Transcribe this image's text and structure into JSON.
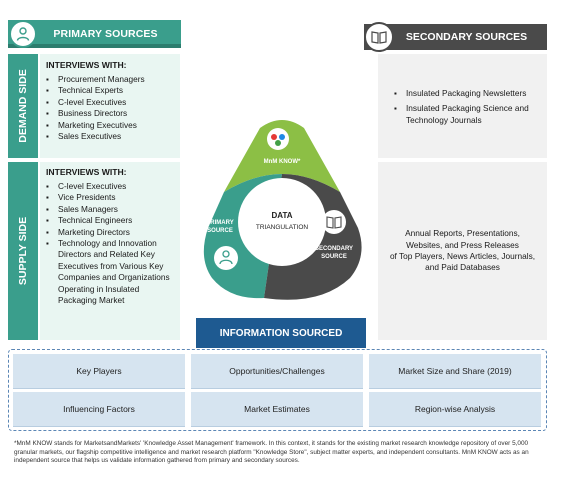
{
  "primary": {
    "banner": "PRIMARY SOURCES",
    "icon": "person-icon",
    "demand_side": {
      "label": "DEMAND SIDE",
      "title": "INTERVIEWS WITH:",
      "items": [
        "Procurement Managers",
        "Technical Experts",
        "C-level Executives",
        "Business Directors",
        "Marketing Executives",
        "Sales Executives"
      ]
    },
    "supply_side": {
      "label": "SUPPLY SIDE",
      "title": "INTERVIEWS WITH:",
      "items": [
        "C-level Executives",
        "Vice Presidents",
        "Sales Managers",
        "Technical Engineers",
        "Marketing Directors",
        "Technology and Innovation Directors and Related Key Executives from Various Key Companies and Organizations Operating in Insulated Packaging Market"
      ]
    }
  },
  "secondary": {
    "banner": "SECONDARY SOURCES",
    "icon": "book-icon",
    "demand_items": [
      "Insulated Packaging Newsletters",
      "Insulated Packaging Science and Technology Journals"
    ],
    "supply_text": [
      "Annual Reports, Presentations,",
      "Websites, and Press Releases",
      "of Top Players, News Articles, Journals,",
      "and Paid Databases"
    ]
  },
  "triangulation": {
    "center_line1": "DATA",
    "center_line2": "TRIANGULATION",
    "top_label": "MnM KNOW*",
    "left_label_line1": "PRIMARY",
    "left_label_line2": "SOURCE",
    "right_label_line1": "SECONDARY",
    "right_label_line2": "SOURCE",
    "colors": {
      "top": "#8cbf45",
      "left": "#3a9e8c",
      "right": "#4a4a4a"
    }
  },
  "info": {
    "banner": "INFORMATION SOURCED",
    "cells": [
      "Key Players",
      "Opportunities/Challenges",
      "Market Size and Share (2019)",
      "Influencing Factors",
      "Market Estimates",
      "Region-wise Analysis"
    ]
  },
  "footnote": "*MnM KNOW stands for MarketsandMarkets' 'Knowledge Asset Management' framework. In this context, it stands for the existing market research knowledge repository of over 5,000 granular markets, our flagship competitive intelligence and market research platform \"Knowledge Store\", subject matter experts, and independent consultants. MnM KNOW acts as an independent source that helps us validate information gathered from primary and secondary sources."
}
